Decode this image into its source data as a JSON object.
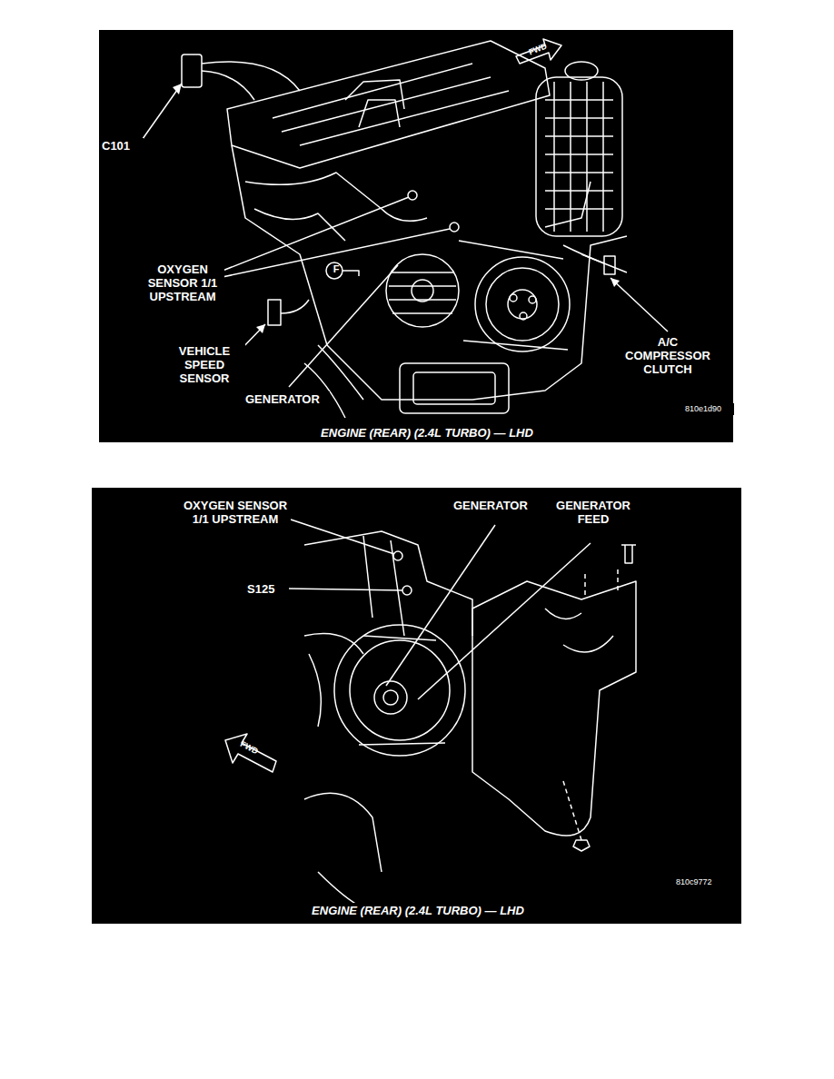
{
  "diagram": {
    "labels": [
      "C101",
      "OXYGEN SENSOR 1/1 UPSTREAM",
      "VEHICLE SPEED SENSOR",
      "GENERATOR",
      "A/C COMPRESSOR CLUTCH",
      "F",
      "FWD",
      "810e1d90",
      "ENGINE (REAR) (2.4L TURBO) — LHD",
      "OXYGEN SENSOR 1/1 UPSTREAM",
      "S125",
      "GENERATOR",
      "GENERATOR FEED",
      "FWD",
      "810c9772",
      "ENGINE (REAR) (2.4L TURBO) — LHD"
    ]
  }
}
